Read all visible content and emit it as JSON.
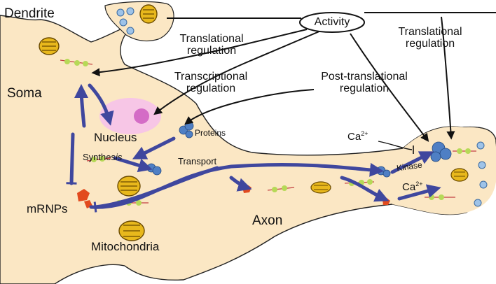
{
  "regions": {
    "dendrite": "Dendrite",
    "soma": "Soma",
    "axon": "Axon"
  },
  "organelles": {
    "nucleus": "Nucleus",
    "mitochondria": "Mitochondria",
    "mrnps": "mRNPs",
    "proteins": "Proteins"
  },
  "processes": {
    "activity": "Activity",
    "translational_regulation_dendrite": "Translational regulation",
    "translational_regulation_terminal": "Translational regulation",
    "transcriptional_regulation": "Transcriptional regulation",
    "post_translational_regulation": "Post-translational regulation",
    "synthesis_prefix": "Synthes",
    "synthesis_suffix": "is",
    "transport": "Transport",
    "kinase": "Kinase",
    "ca_base": "Ca",
    "ca_charge": "2+"
  },
  "colors": {
    "neuron_fill": "#fbe7c4",
    "neuron_outline": "#222222",
    "arrow_blue": "#3f479e",
    "nucleus_pink": "#f7c6e6",
    "mitochondria_yellow": "#e8b81c",
    "mrnp_red": "#e24a1e",
    "protein_blue": "#4f7fc4",
    "vesicle_blue": "#9ec3e8",
    "ribosome_green": "#b6d957"
  }
}
